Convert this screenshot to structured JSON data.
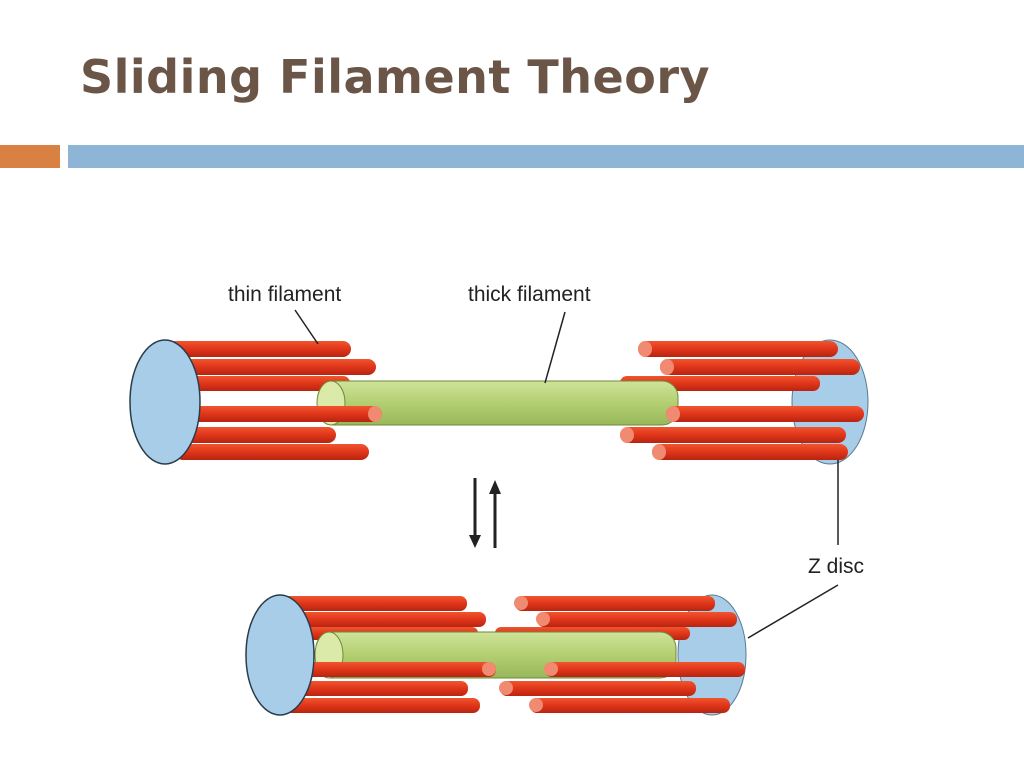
{
  "slide": {
    "title": "Sliding Filament Theory"
  },
  "diagram": {
    "labels": {
      "thin_filament": "thin filament",
      "thick_filament": "thick filament",
      "z_disc": "Z disc"
    }
  },
  "colors": {
    "title": "#6b5547",
    "accent_bar": "#d98142",
    "main_bar": "#8eb4d6",
    "thin_filament": "#e23a1e",
    "thin_filament_end": "#f08a70",
    "thick_filament": "#b8d27a",
    "z_disc": "#a8cde8"
  }
}
